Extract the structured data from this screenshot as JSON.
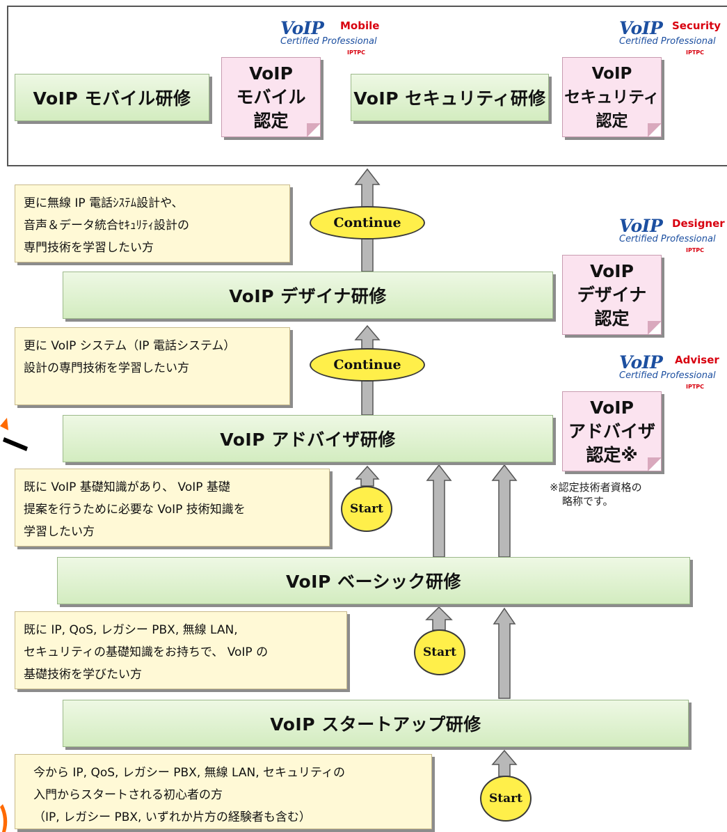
{
  "courses": {
    "mobile": "VoIP モバイル研修",
    "security": "VoIP セキュリティ研修",
    "designer": "VoIP デザイナ研修",
    "adviser": "VoIP アドバイザ研修",
    "basic": "VoIP ベーシック研修",
    "startup": "VoIP スタートアップ研修"
  },
  "certs": {
    "mobile": [
      "VoIP",
      "モバイル",
      "認定"
    ],
    "security": [
      "VoIP",
      "セキュリティ",
      "認定"
    ],
    "designer": [
      "VoIP",
      "デザイナ",
      "認定"
    ],
    "adviser": [
      "VoIP",
      "アドバイザ",
      "認定※"
    ]
  },
  "notes": {
    "top": [
      "更に無線 IP 電話ｼｽﾃﾑ設計や、",
      "音声＆データ統合ｾｷｭﾘﾃｨ設計の",
      "専門技術を学習したい方"
    ],
    "designer": [
      "更に VoIP システム（IP 電話システム）",
      "設計の専門技術を学習したい方"
    ],
    "adviser": [
      "既に VoIP 基礎知識があり、 VoIP 基礎",
      "提案を行うために必要な VoIP 技術知識を",
      "学習したい方"
    ],
    "basic": [
      "既に IP, QoS, レガシー PBX, 無線 LAN,",
      "セキュリティの基礎知識をお持ちで、 VoIP の",
      "基礎技術を学びたい方"
    ],
    "startup": [
      "今から IP, QoS, レガシー PBX, 無線 LAN, セキュリティの",
      "入門からスタートされる初心者の方",
      "（IP, レガシー PBX, いずれか片方の経験者も含む）"
    ]
  },
  "badges": {
    "continue": "Continue",
    "start": "Start"
  },
  "logos": {
    "voip": "VoIP",
    "certified_professional": "Certified Professional",
    "iptpc": "IPTPC",
    "mobile": "Mobile",
    "security": "Security",
    "designer": "Designer",
    "adviser": "Adviser"
  },
  "footnote": [
    "※認定技術者資格の",
    "略称です。"
  ],
  "colors": {
    "course_fill": "#dcefcc",
    "note_fill": "#fff9d6",
    "cert_fill": "#fbe3ef",
    "badge_fill": "#ffef4a",
    "logo_blue": "#1c4fa0",
    "logo_red": "#d8000f",
    "arrow_fill": "#b8b8b8"
  }
}
